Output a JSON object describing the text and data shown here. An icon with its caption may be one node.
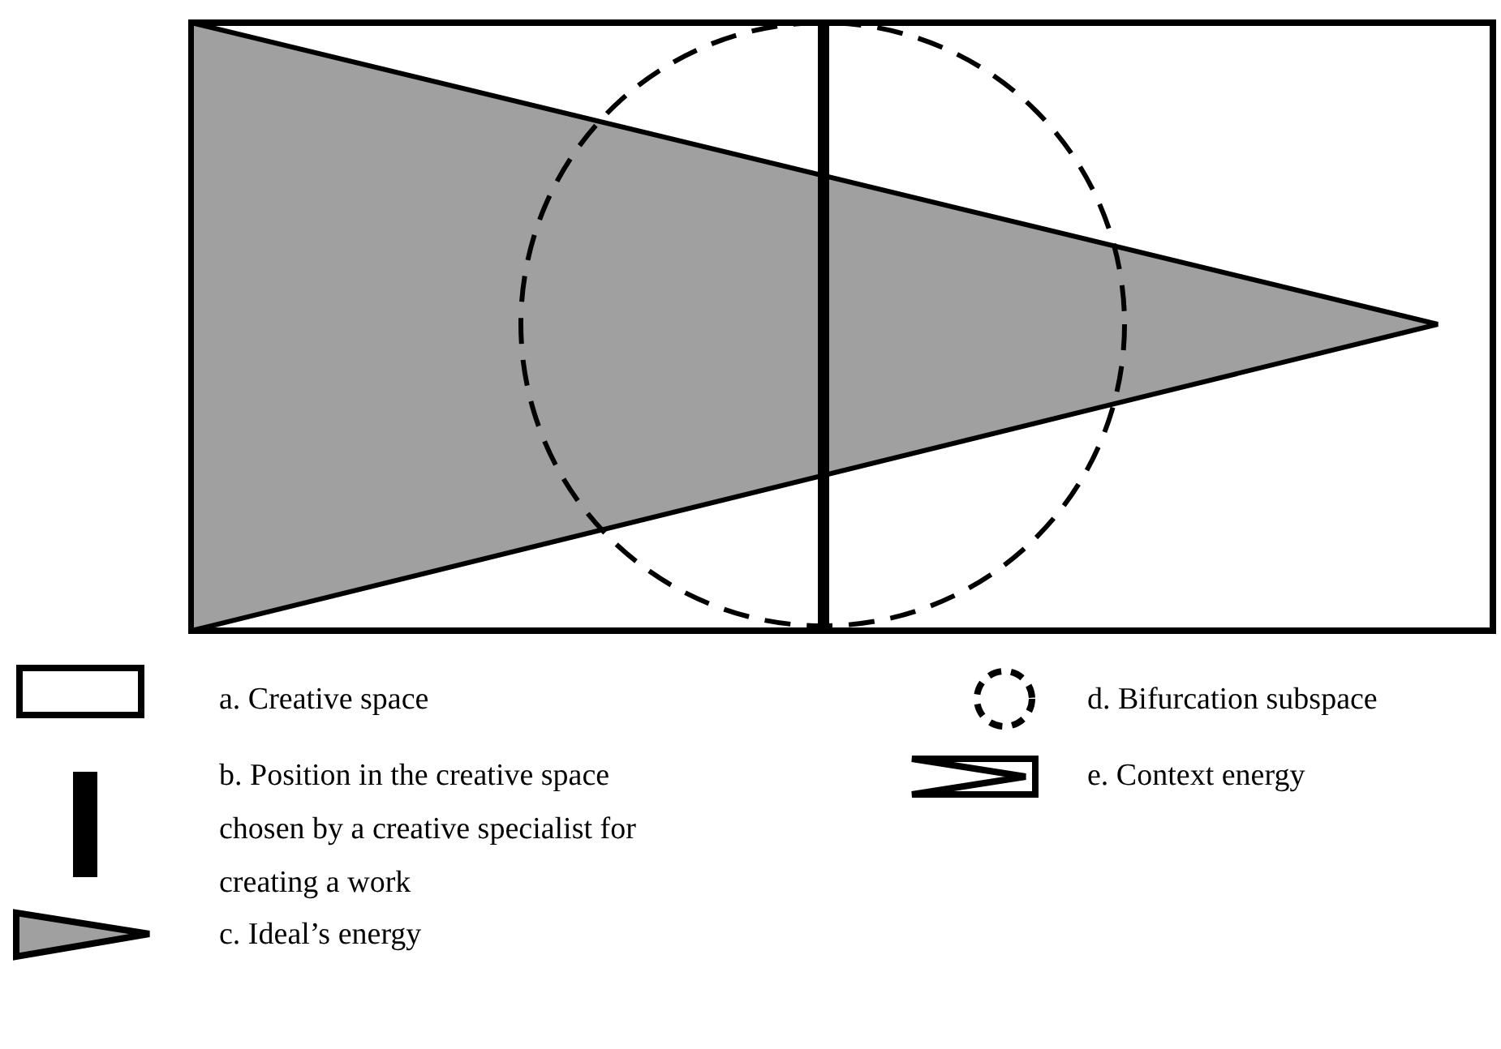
{
  "diagram": {
    "legend": [
      {
        "text": "a. Creative space"
      },
      {
        "text": "b. Position in the creative space chosen by a creative specialist for creating a work"
      },
      {
        "text": "c. Ideal’s energy"
      },
      {
        "text": "d. Bifurcation subspace"
      },
      {
        "text": "e. Context energy"
      }
    ]
  }
}
